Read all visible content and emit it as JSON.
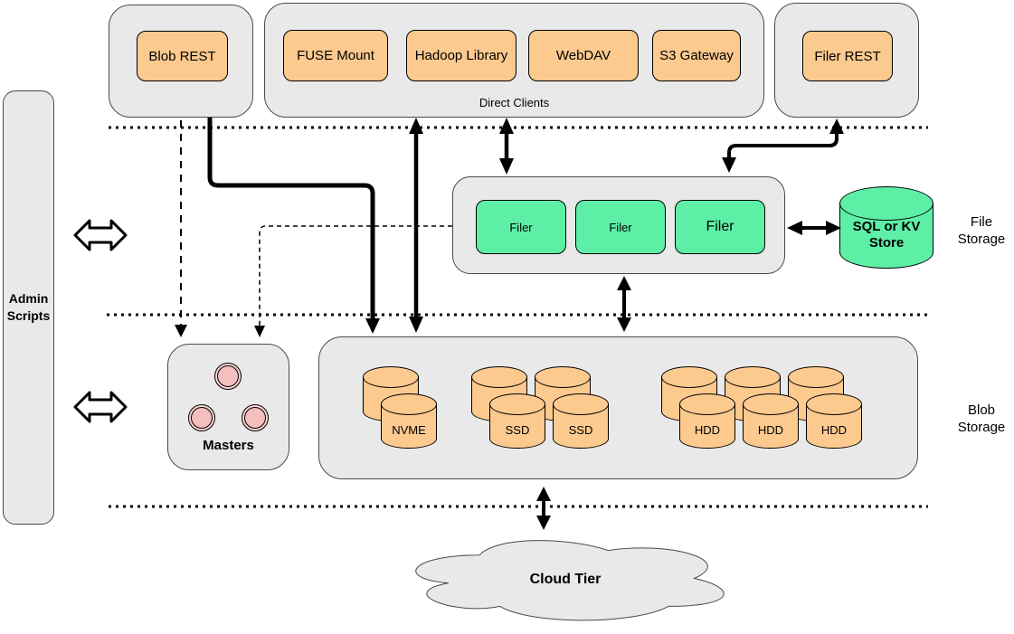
{
  "diagram": {
    "blob_rest": {
      "label": "Blob REST"
    },
    "direct_clients": {
      "label": "Direct Clients",
      "items": [
        {
          "label": "FUSE Mount"
        },
        {
          "label": "Hadoop Library"
        },
        {
          "label": "WebDAV"
        },
        {
          "label": "S3 Gateway"
        }
      ]
    },
    "filer_rest": {
      "label": "Filer REST"
    },
    "admin_scripts": {
      "label": "Admin Scripts"
    },
    "file_storage": {
      "tier_label": "File Storage",
      "filers": [
        {
          "label": "Filer"
        },
        {
          "label": "Filer"
        },
        {
          "label": "Filer"
        }
      ],
      "store_label": "SQL or KV Store"
    },
    "masters": {
      "label": "Masters",
      "node_count": 3
    },
    "blob_storage": {
      "tier_label": "Blob Storage",
      "volumes": [
        {
          "label": "NVME"
        },
        {
          "label": "SSD"
        },
        {
          "label": "SSD"
        },
        {
          "label": "HDD"
        },
        {
          "label": "HDD"
        },
        {
          "label": "HDD"
        }
      ]
    },
    "cloud_tier": {
      "label": "Cloud Tier"
    },
    "colors": {
      "orange": "#FCC98F",
      "green": "#5EEFA7",
      "pink": "#F4BFBD",
      "pink_light": "#F8D6D3",
      "container_gray": "#E9E9E9",
      "stroke": "#000000"
    }
  }
}
